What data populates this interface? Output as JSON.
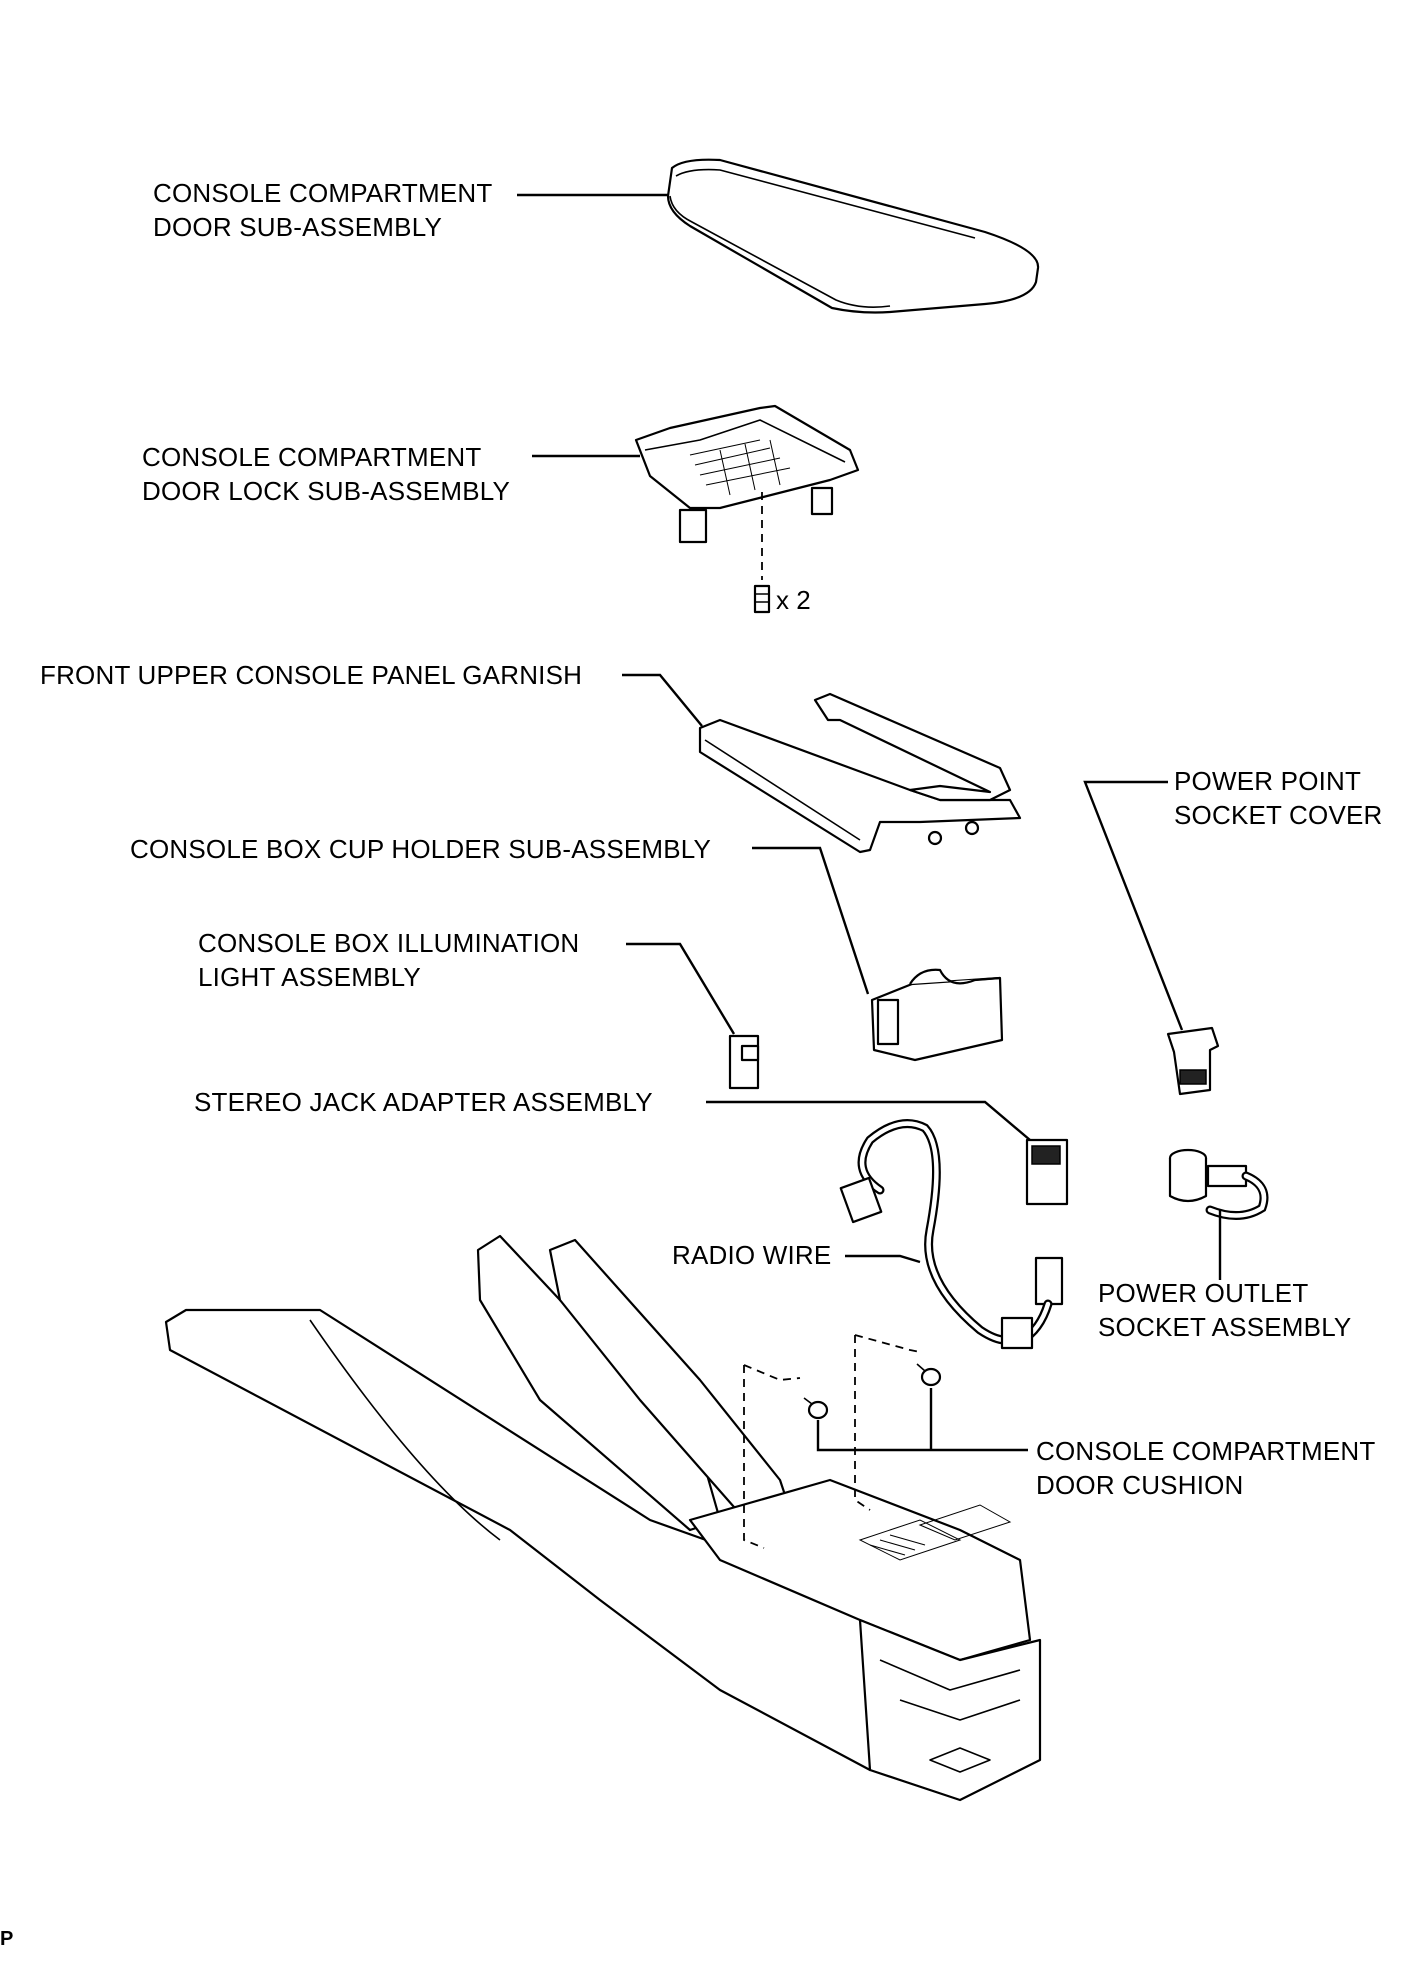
{
  "labels": {
    "door": [
      "CONSOLE COMPARTMENT",
      "DOOR SUB-ASSEMBLY"
    ],
    "door_lock": [
      "CONSOLE COMPARTMENT",
      "DOOR LOCK SUB-ASSEMBLY"
    ],
    "garnish": "FRONT UPPER CONSOLE PANEL GARNISH",
    "cup_holder": "CONSOLE BOX CUP HOLDER SUB-ASSEMBLY",
    "illumination": [
      "CONSOLE BOX ILLUMINATION",
      "LIGHT ASSEMBLY"
    ],
    "stereo_jack": "STEREO JACK ADAPTER ASSEMBLY",
    "radio_wire": "RADIO WIRE",
    "socket_cover": [
      "POWER POINT",
      "SOCKET COVER"
    ],
    "outlet": [
      "POWER OUTLET",
      "SOCKET ASSEMBLY"
    ],
    "cushion": [
      "CONSOLE COMPARTMENT",
      "DOOR CUSHION"
    ]
  },
  "screw_qty": "x 2",
  "corner_mark": "P"
}
